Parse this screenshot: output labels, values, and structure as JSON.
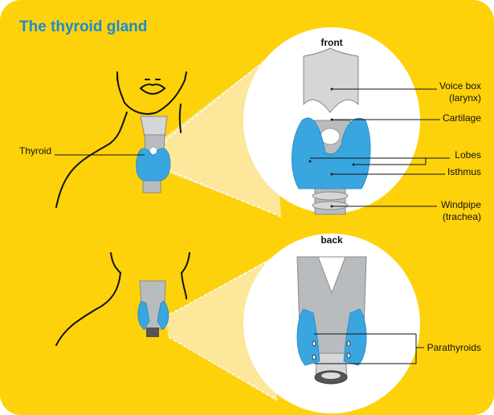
{
  "title": "The thyroid gland",
  "front": {
    "heading": "front",
    "thyroid_label": "Thyroid",
    "labels": {
      "voice_box": "Voice box",
      "voice_box_sub": "(larynx)",
      "cartilage": "Cartilage",
      "lobes": "Lobes",
      "isthmus": "Isthmus",
      "windpipe": "Windpipe",
      "windpipe_sub": "(trachea)"
    }
  },
  "back": {
    "heading": "back",
    "labels": {
      "parathyroids": "Parathyroids"
    }
  },
  "colors": {
    "background": "#FDD20A",
    "thyroid": "#3AA6E0",
    "title": "#1A8AD6"
  }
}
